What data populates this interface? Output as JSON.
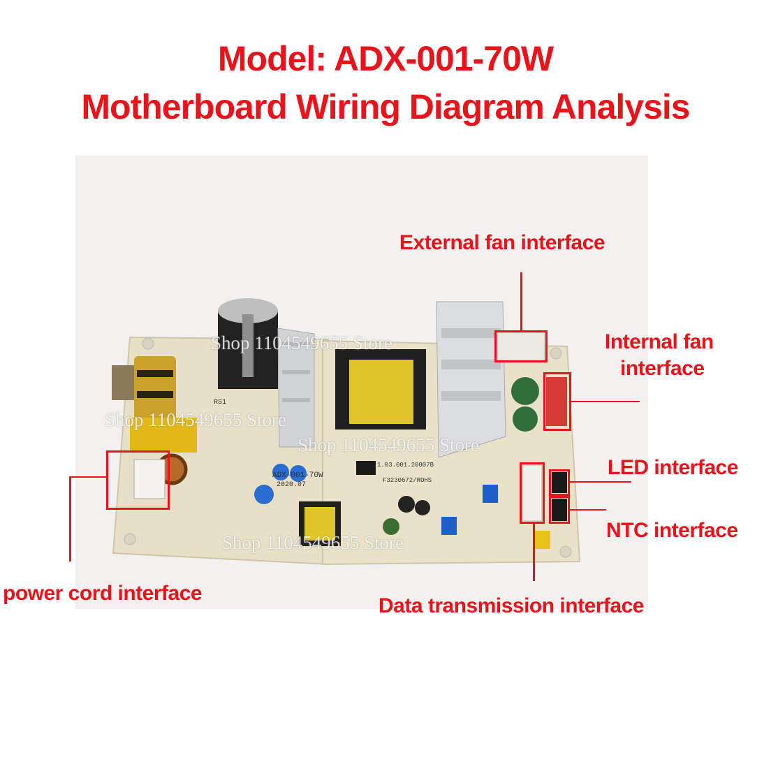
{
  "title": {
    "line1": "Model: ADX-001-70W",
    "line2": "Motherboard Wiring Diagram Analysis"
  },
  "labels": {
    "external_fan": "External fan interface",
    "internal_fan_line1": "Internal fan",
    "internal_fan_line2": "interface",
    "led": "LED interface",
    "ntc": "NTC interface",
    "power_cord": "power cord interface",
    "data_transmission": "Data transmission interface"
  },
  "watermark": "Shop 1104549655 Store",
  "board_silkscreen": {
    "model": "ADX-001-70W",
    "date": "2020.07",
    "code1": "1.03.001.20007B",
    "code2": "F3230672/ROHS",
    "rs": "RS1"
  },
  "colors": {
    "accent": "#e8141b",
    "pcb": "#e9e2c9",
    "heatsink": "#d7d8da"
  }
}
